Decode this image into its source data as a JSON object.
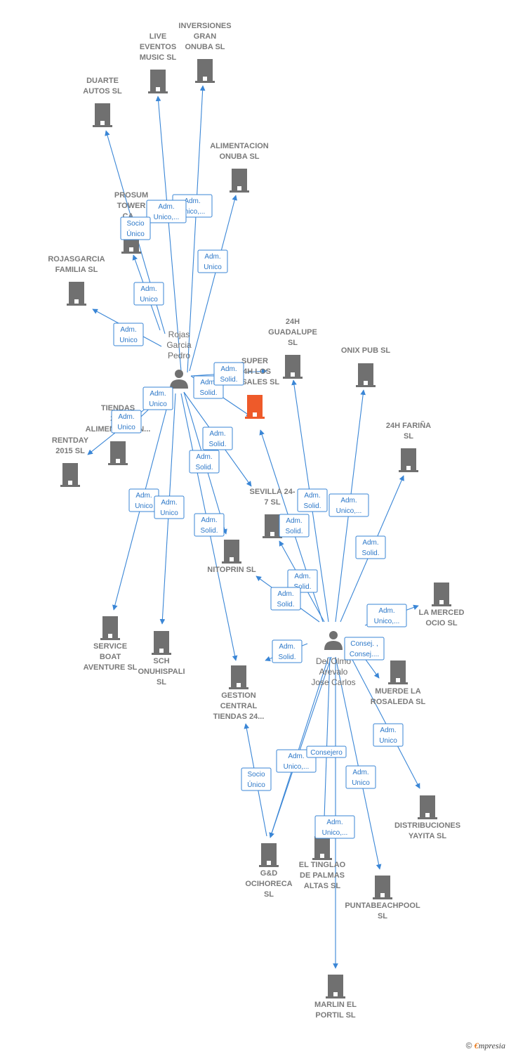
{
  "colors": {
    "edge": "#3a86d6",
    "building": "#707070",
    "highlight": "#ee5a2a",
    "person": "#707070"
  },
  "persons": [
    {
      "id": "rojas",
      "lines": [
        "Rojas",
        "Garcia",
        "Pedro"
      ]
    },
    {
      "id": "delolmo",
      "lines": [
        "Del Olmo",
        "Arevalo",
        "Jose Carlos"
      ]
    }
  ],
  "companies": [
    {
      "id": "inversiones",
      "lines": [
        "INVERSIONES",
        "GRAN",
        "ONUBA SL"
      ]
    },
    {
      "id": "live",
      "lines": [
        "LIVE",
        "EVENTOS",
        "MUSIC SL"
      ]
    },
    {
      "id": "duarte",
      "lines": [
        "DUARTE",
        "AUTOS SL"
      ]
    },
    {
      "id": "alimentacion",
      "lines": [
        "ALIMENTACION",
        "ONUBA SL"
      ]
    },
    {
      "id": "prosum",
      "lines": [
        "PROSUM",
        "TOWER",
        "CA..."
      ]
    },
    {
      "id": "rojasgarcia",
      "lines": [
        "ROJASGARCIA",
        "FAMILIA SL"
      ]
    },
    {
      "id": "super",
      "lines": [
        "SUPER",
        "24H LOS",
        "ROSALES SL"
      ],
      "highlight": true
    },
    {
      "id": "24hguadalupe",
      "lines": [
        "24H",
        "GUADALUPE",
        "SL"
      ]
    },
    {
      "id": "onix",
      "lines": [
        "ONIX PUB SL"
      ]
    },
    {
      "id": "tiendas",
      "lines": [
        "TIENDAS",
        "24...",
        "ALIMENTACION..."
      ]
    },
    {
      "id": "rentday",
      "lines": [
        "RENTDAY",
        "2015 SL"
      ]
    },
    {
      "id": "24hfarina",
      "lines": [
        "24H FARIÑA",
        "SL"
      ]
    },
    {
      "id": "sevilla",
      "lines": [
        "SEVILLA 24-",
        "7 SL"
      ]
    },
    {
      "id": "nitoprin",
      "lines": [
        "NITOPRIN SL"
      ]
    },
    {
      "id": "lamerced",
      "lines": [
        "LA MERCED",
        "OCIO SL"
      ]
    },
    {
      "id": "serviceboat",
      "lines": [
        "SERVICE",
        "BOAT",
        "AVENTURE SL"
      ]
    },
    {
      "id": "sch",
      "lines": [
        "SCH",
        "ONUHISPALI",
        "SL"
      ]
    },
    {
      "id": "gestion",
      "lines": [
        "GESTION",
        "CENTRAL",
        "TIENDAS 24..."
      ]
    },
    {
      "id": "muerde",
      "lines": [
        "MUERDE LA",
        "ROSALEDA SL"
      ]
    },
    {
      "id": "distribuciones",
      "lines": [
        "DISTRIBUCIONES",
        "YAYITA SL"
      ]
    },
    {
      "id": "gd",
      "lines": [
        "G&D",
        "OCIHORECA",
        "SL"
      ]
    },
    {
      "id": "tinglao",
      "lines": [
        "EL TINGLAO",
        "DE PALMAS",
        "ALTAS SL"
      ]
    },
    {
      "id": "puntabeach",
      "lines": [
        "PUNTABEACHPOOL",
        "SL"
      ]
    },
    {
      "id": "marlin",
      "lines": [
        "MARLIN EL",
        "PORTIL SL"
      ]
    }
  ],
  "relations": [
    {
      "from": "rojas",
      "to": "inversiones",
      "role": [
        "Adm.",
        "Unico,..."
      ]
    },
    {
      "from": "rojas",
      "to": "live",
      "role": [
        "Adm.",
        "Unico,..."
      ]
    },
    {
      "from": "rojas",
      "to": "duarte",
      "role": [
        "Socio",
        "Único"
      ]
    },
    {
      "from": "rojas",
      "to": "alimentacion",
      "role": [
        "Adm.",
        "Unico"
      ]
    },
    {
      "from": "rojas",
      "to": "prosum",
      "role": [
        "Adm.",
        "Unico"
      ]
    },
    {
      "from": "rojas",
      "to": "rojasgarcia",
      "role": [
        "Adm.",
        "Unico"
      ]
    },
    {
      "from": "rojas",
      "to": "super",
      "role": [
        "Adm.",
        "Solid."
      ]
    },
    {
      "from": "rojas",
      "to": "super",
      "role": [
        "Adm.",
        "Solid."
      ]
    },
    {
      "from": "rojas",
      "to": "tiendas",
      "role": [
        "Adm.",
        "Unico"
      ]
    },
    {
      "from": "rojas",
      "to": "rentday",
      "role": [
        "Adm.",
        "Unico"
      ]
    },
    {
      "from": "rojas",
      "to": "sevilla",
      "role": [
        "Adm.",
        "Solid."
      ]
    },
    {
      "from": "rojas",
      "to": "nitoprin",
      "role": [
        "Adm.",
        "Solid."
      ]
    },
    {
      "from": "rojas",
      "to": "serviceboat",
      "role": [
        "Adm.",
        "Unico"
      ]
    },
    {
      "from": "rojas",
      "to": "sch",
      "role": [
        "Adm.",
        "Unico"
      ]
    },
    {
      "from": "rojas",
      "to": "gestion",
      "role": [
        "Adm.",
        "Solid."
      ]
    },
    {
      "from": "delolmo",
      "to": "super",
      "role": [
        "Adm.",
        "Solid."
      ]
    },
    {
      "from": "delolmo",
      "to": "24hguadalupe",
      "role": [
        "Adm.",
        "Solid."
      ]
    },
    {
      "from": "delolmo",
      "to": "onix",
      "role": [
        "Adm.",
        "Unico,..."
      ]
    },
    {
      "from": "delolmo",
      "to": "24hfarina",
      "role": [
        "Adm.",
        "Solid."
      ]
    },
    {
      "from": "delolmo",
      "to": "sevilla",
      "role": [
        "Adm.",
        "Solid."
      ]
    },
    {
      "from": "delolmo",
      "to": "nitoprin",
      "role": [
        "Adm.",
        "Solid."
      ]
    },
    {
      "from": "delolmo",
      "to": "lamerced",
      "role": [
        "Adm.",
        "Unico,..."
      ]
    },
    {
      "from": "delolmo",
      "to": "gestion",
      "role": [
        "Adm.",
        "Solid."
      ]
    },
    {
      "from": "delolmo",
      "to": "muerde",
      "role": [
        "Consej. ,",
        "Consej...."
      ]
    },
    {
      "from": "delolmo",
      "to": "distribuciones",
      "role": [
        "Adm.",
        "Unico"
      ]
    },
    {
      "from": "delolmo",
      "to": "gd",
      "role": [
        "Adm.",
        "Unico,..."
      ]
    },
    {
      "from": "delolmo",
      "to": "gd",
      "role": [
        "Consejero"
      ]
    },
    {
      "from": "delolmo",
      "to": "tinglao",
      "role": [
        "Adm.",
        "Unico,..."
      ]
    },
    {
      "from": "delolmo",
      "to": "puntabeach",
      "role": [
        "Adm.",
        "Unico"
      ]
    },
    {
      "from": "delolmo",
      "to": "marlin",
      "role": []
    },
    {
      "from": "gd",
      "to": "gestion",
      "role": [
        "Socio",
        "Único"
      ]
    }
  ],
  "footer": {
    "copyright": "©",
    "brand_initial": "€",
    "brand_rest": "mpresia"
  }
}
